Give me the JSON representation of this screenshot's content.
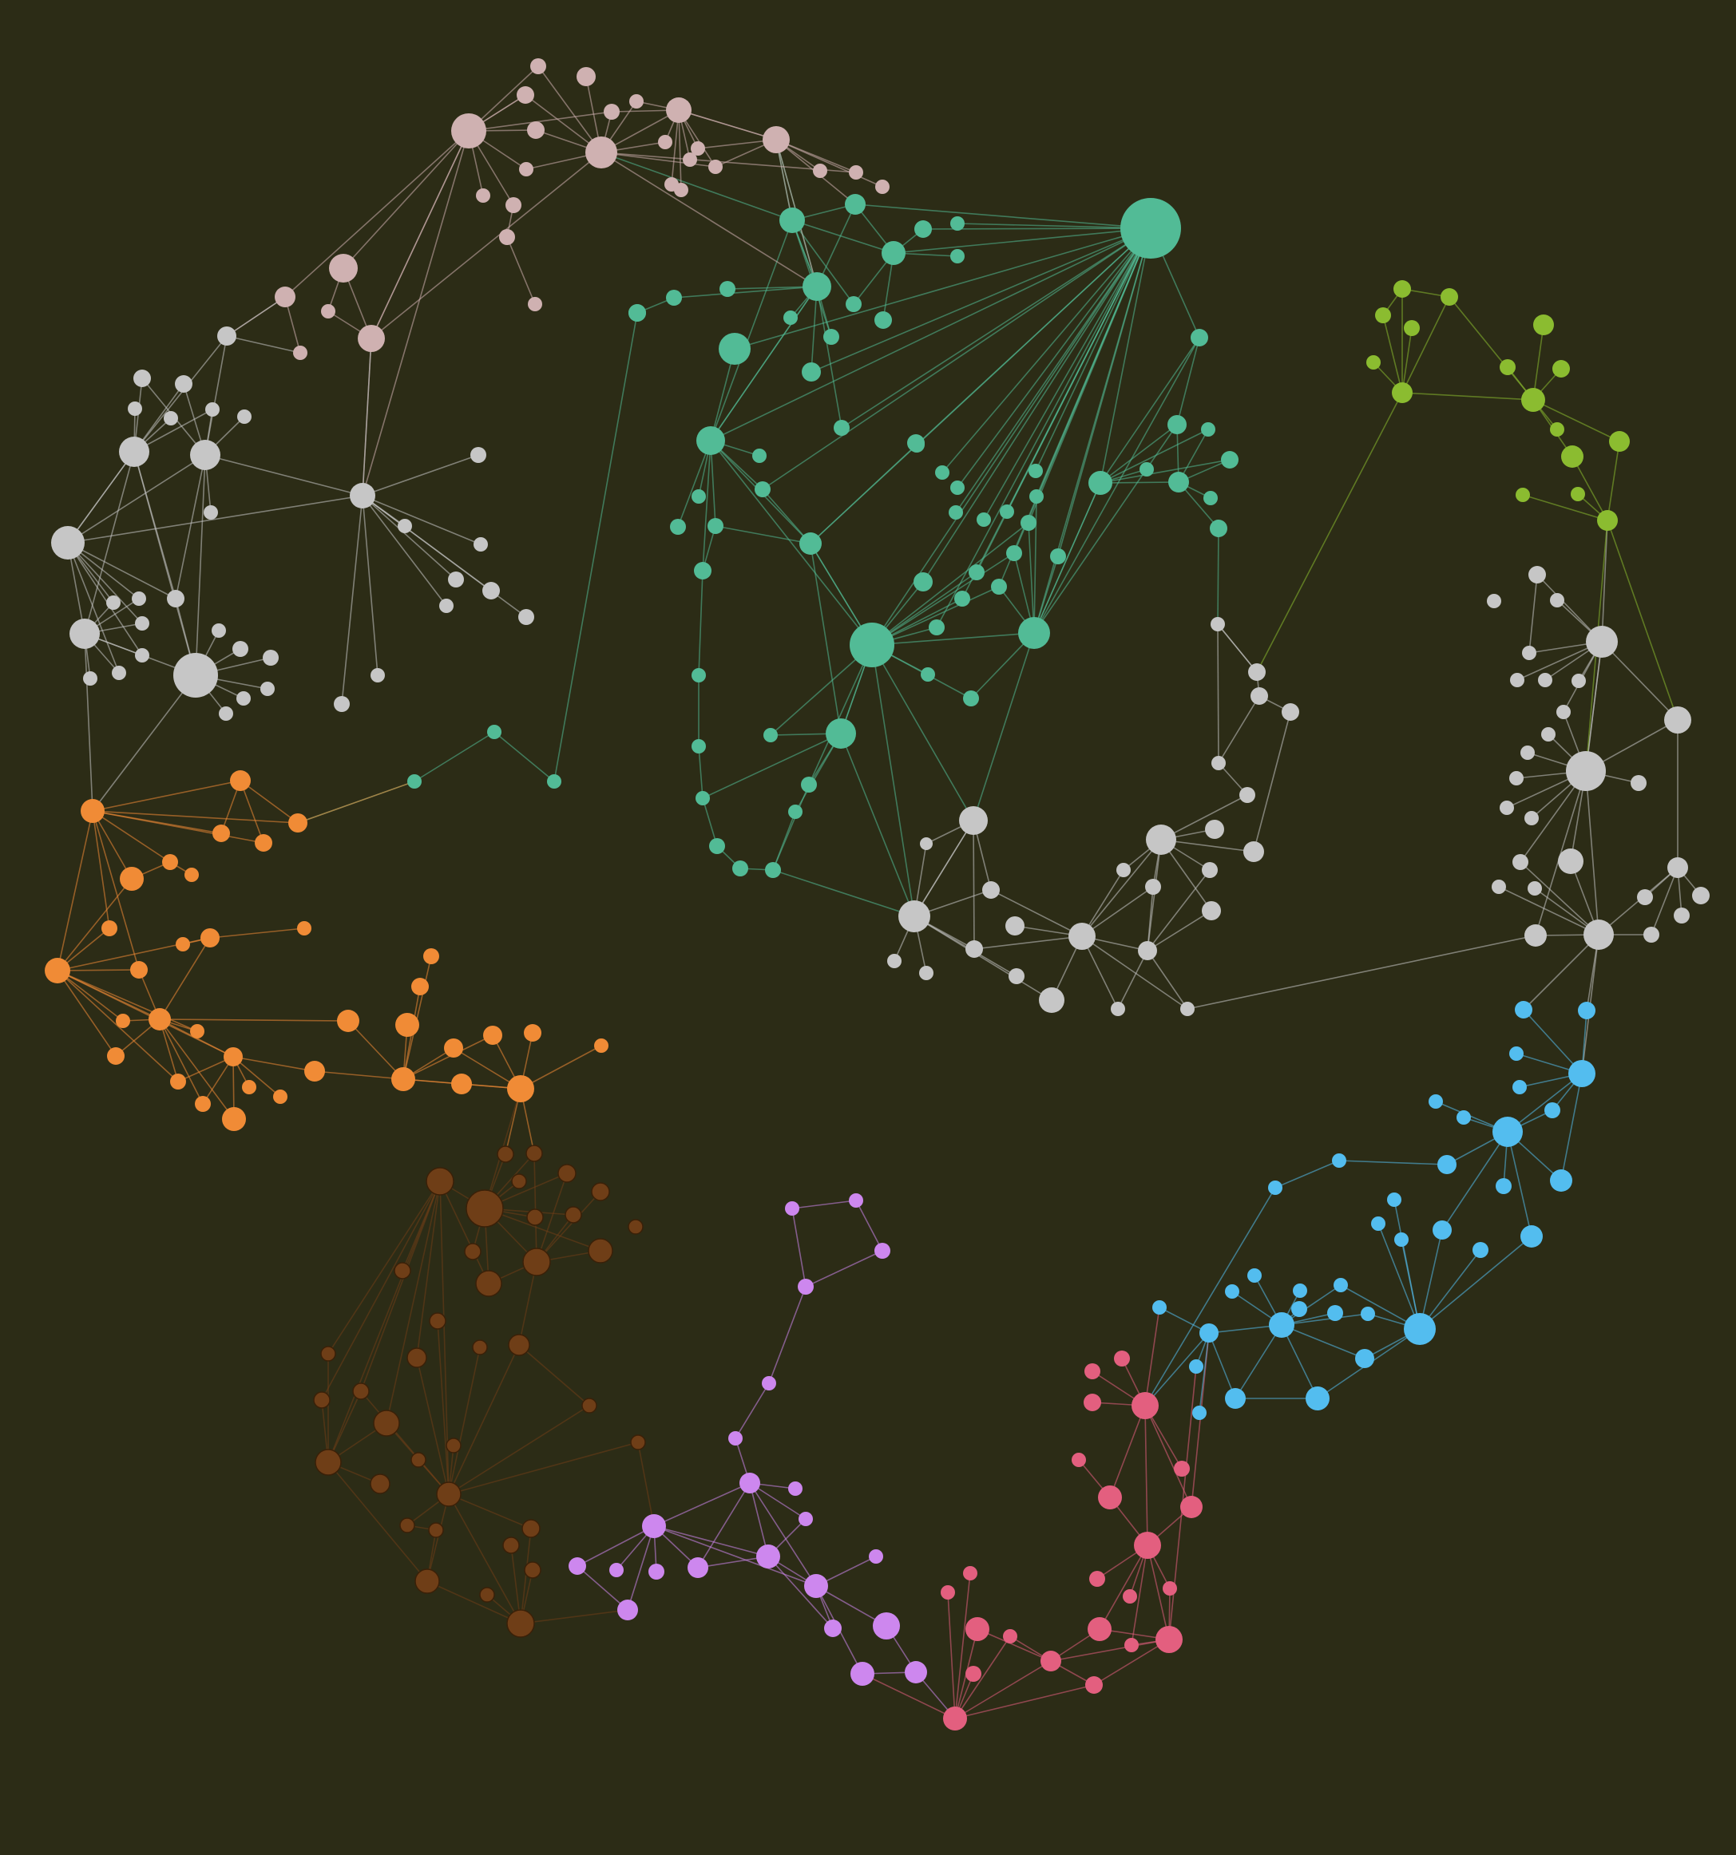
{
  "background": "#2c2c16",
  "communities": [
    {
      "name": "teal",
      "color": "#52bb96"
    },
    {
      "name": "pink",
      "color": "#cfb1b1"
    },
    {
      "name": "gray",
      "color": "#c6c6c6"
    },
    {
      "name": "orange",
      "color": "#f08b36"
    },
    {
      "name": "brown",
      "color": "#6f3e17"
    },
    {
      "name": "violet",
      "color": "#cd87ee"
    },
    {
      "name": "red",
      "color": "#e35f7f"
    },
    {
      "name": "blue",
      "color": "#53bdef"
    },
    {
      "name": "lime",
      "color": "#8bbc30"
    }
  ],
  "legend": null
}
